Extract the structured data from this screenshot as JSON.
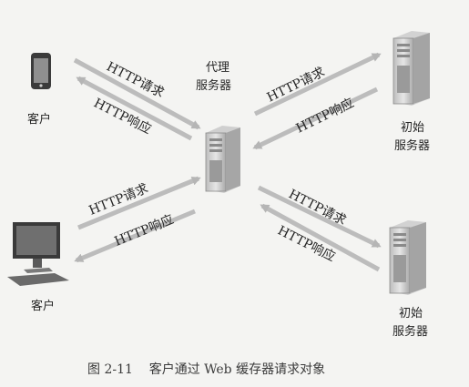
{
  "nodes": {
    "proxy": "代理\n服务器",
    "client_top": "客户",
    "client_bottom": "客户",
    "origin_top": "初始\n服务器",
    "origin_bottom": "初始\n服务器"
  },
  "arrows": {
    "req_tl": "HTTP请求",
    "resp_tl": "HTTP响应",
    "req_tr": "HTTP请求",
    "resp_tr": "HTTP响应",
    "req_bl": "HTTP请求",
    "resp_bl": "HTTP响应",
    "req_br": "HTTP请求",
    "resp_br": "HTTP响应"
  },
  "caption": "图 2-11    客户通过 Web 缓存器请求对象",
  "colors": {
    "arrow": "#b9b9b9",
    "server_body": "#d8d8d8",
    "server_dark": "#8c8c8c"
  }
}
